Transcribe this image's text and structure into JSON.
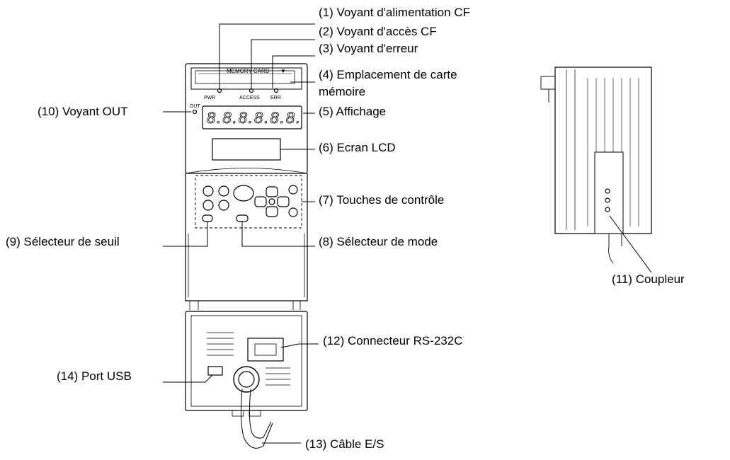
{
  "labels": {
    "l1": "(1) Voyant d'alimentation CF",
    "l2": "(2) Voyant d'accès CF",
    "l3": "(3) Voyant d'erreur",
    "l4a": "(4) Emplacement de carte",
    "l4b": "mémoire",
    "l5": "(5) Affichage",
    "l6": "(6) Ecran LCD",
    "l7": "(7) Touches de contrôle",
    "l8": "(8) Sélecteur de mode",
    "l9": "(9) Sélecteur de seuil",
    "l10": "(10) Voyant OUT",
    "l11": "(11) Coupleur",
    "l12": "(12) Connecteur RS-232C",
    "l13": "(13) Câble E/S",
    "l14": "(14) Port USB"
  },
  "device_marks": {
    "memory_card": "MEMORY CARD",
    "pwr": "PWR",
    "access": "ACCESS",
    "err": "ERR",
    "out": "OUT",
    "display": "8.8.8.8.8.8."
  },
  "colors": {
    "line": "#000000",
    "background": "#ffffff"
  }
}
